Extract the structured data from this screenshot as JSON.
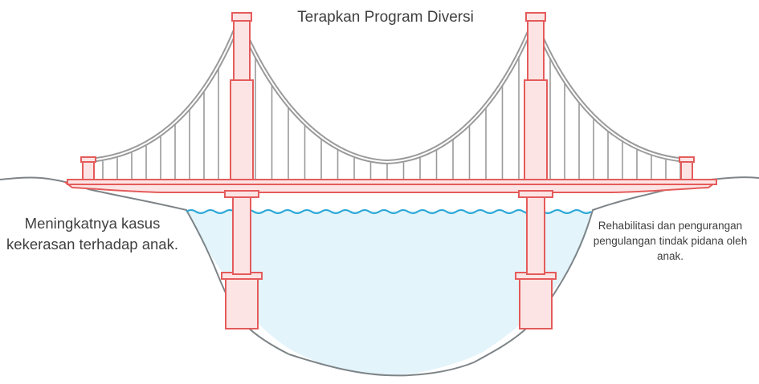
{
  "title": "Terapkan Program Diversi",
  "problem": "Meningkatnya kasus kekerasan terhadap anak.",
  "outcome": "Rehabilitasi dan pengurangan pengulangan tindak pidana oleh anak.",
  "colors": {
    "structure_stroke": "#e45b5b",
    "structure_fill": "#fde4e4",
    "cable": "#9a9a9a",
    "ground": "#7d8487",
    "water_fill": "#e3f4fb",
    "water_line": "#2aa7d6",
    "text": "#3f3f3f"
  }
}
